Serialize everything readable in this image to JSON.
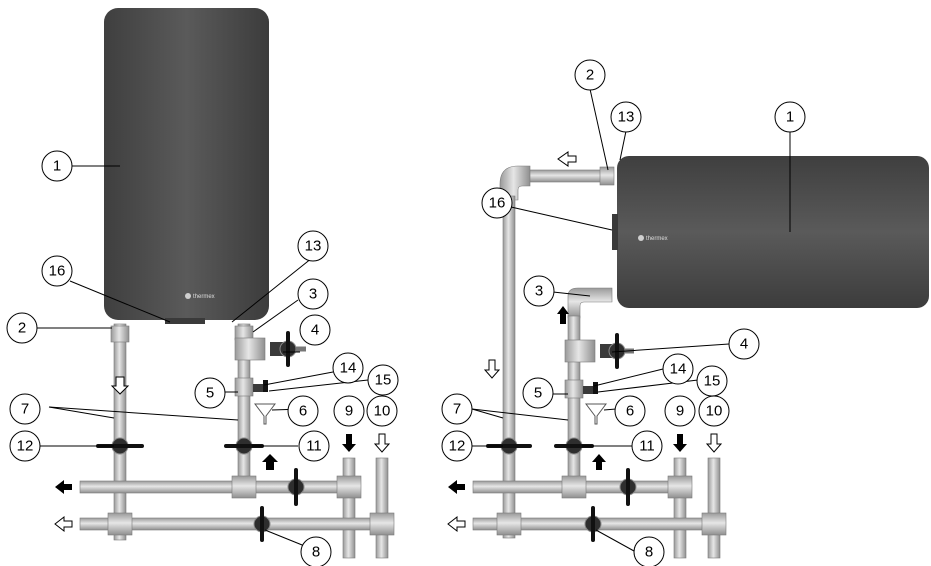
{
  "brand": "thermex",
  "callouts": {
    "left": [
      {
        "id": "1",
        "label": "1"
      },
      {
        "id": "2",
        "label": "2"
      },
      {
        "id": "3",
        "label": "3"
      },
      {
        "id": "4",
        "label": "4"
      },
      {
        "id": "5",
        "label": "5"
      },
      {
        "id": "6",
        "label": "6"
      },
      {
        "id": "7",
        "label": "7"
      },
      {
        "id": "8",
        "label": "8"
      },
      {
        "id": "9",
        "label": "9"
      },
      {
        "id": "10",
        "label": "10"
      },
      {
        "id": "11",
        "label": "11"
      },
      {
        "id": "12",
        "label": "12"
      },
      {
        "id": "13",
        "label": "13"
      },
      {
        "id": "14",
        "label": "14"
      },
      {
        "id": "15",
        "label": "15"
      },
      {
        "id": "16",
        "label": "16"
      }
    ],
    "right": [
      {
        "id": "1",
        "label": "1"
      },
      {
        "id": "2",
        "label": "2"
      },
      {
        "id": "3",
        "label": "3"
      },
      {
        "id": "4",
        "label": "4"
      },
      {
        "id": "5",
        "label": "5"
      },
      {
        "id": "6",
        "label": "6"
      },
      {
        "id": "7",
        "label": "7"
      },
      {
        "id": "8",
        "label": "8"
      },
      {
        "id": "9",
        "label": "9"
      },
      {
        "id": "10",
        "label": "10"
      },
      {
        "id": "11",
        "label": "11"
      },
      {
        "id": "12",
        "label": "12"
      },
      {
        "id": "13",
        "label": "13"
      },
      {
        "id": "14",
        "label": "14"
      },
      {
        "id": "15",
        "label": "15"
      },
      {
        "id": "16",
        "label": "16"
      }
    ]
  },
  "colors": {
    "tank": "#4d4d4d",
    "pipe": "#bdbdbd",
    "pipe_outline": "#7a7a7a",
    "valve": "#3a3a3a",
    "arrow": "#000000"
  },
  "icons": [
    "open-arrow-icon",
    "solid-arrow-icon",
    "valve-icon",
    "funnel-icon"
  ]
}
